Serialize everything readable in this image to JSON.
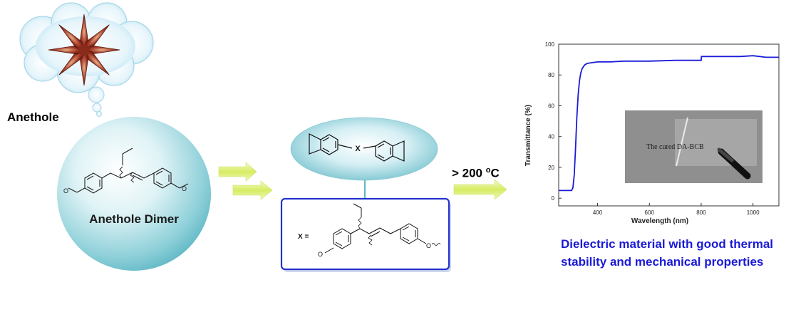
{
  "source_label": "Anethole",
  "dimer_label": "Anethole Dimer",
  "condition": {
    "text": "> 200 ",
    "superscript": "o",
    "unit": "C"
  },
  "monomer": {
    "linker": "X",
    "substituent_label": "X ="
  },
  "caption": "Dielectric material with good thermal stability and mechanical properties",
  "photo_label": "The cured DA-BCB",
  "chart_data": {
    "type": "line",
    "xlabel": "Wavelength (nm)",
    "ylabel": "Transmittance (%)",
    "xlim": [
      250,
      1100
    ],
    "ylim": [
      -5,
      100
    ],
    "xticks": [
      400,
      600,
      800,
      1000
    ],
    "yticks": [
      0,
      20,
      40,
      60,
      80,
      100
    ],
    "series": [
      {
        "x": [
          250,
          280,
          300,
          305,
          310,
          315,
          320,
          325,
          330,
          335,
          340,
          350,
          360,
          380,
          400,
          450,
          500,
          600,
          700,
          800,
          801,
          850,
          900,
          950,
          1000,
          1050,
          1100
        ],
        "y": [
          5,
          5,
          5,
          7,
          15,
          32,
          52,
          67,
          76,
          81,
          84,
          86.5,
          87.5,
          88,
          88.5,
          88.5,
          89,
          89,
          89.5,
          89.5,
          92,
          92,
          92,
          92,
          92.5,
          91.5,
          91.5
        ]
      }
    ]
  },
  "colors": {
    "curve": "#1b1bd8",
    "caption": "#1a1ad6",
    "arrow": "#d9ee6e",
    "box_border": "#2233cc"
  }
}
